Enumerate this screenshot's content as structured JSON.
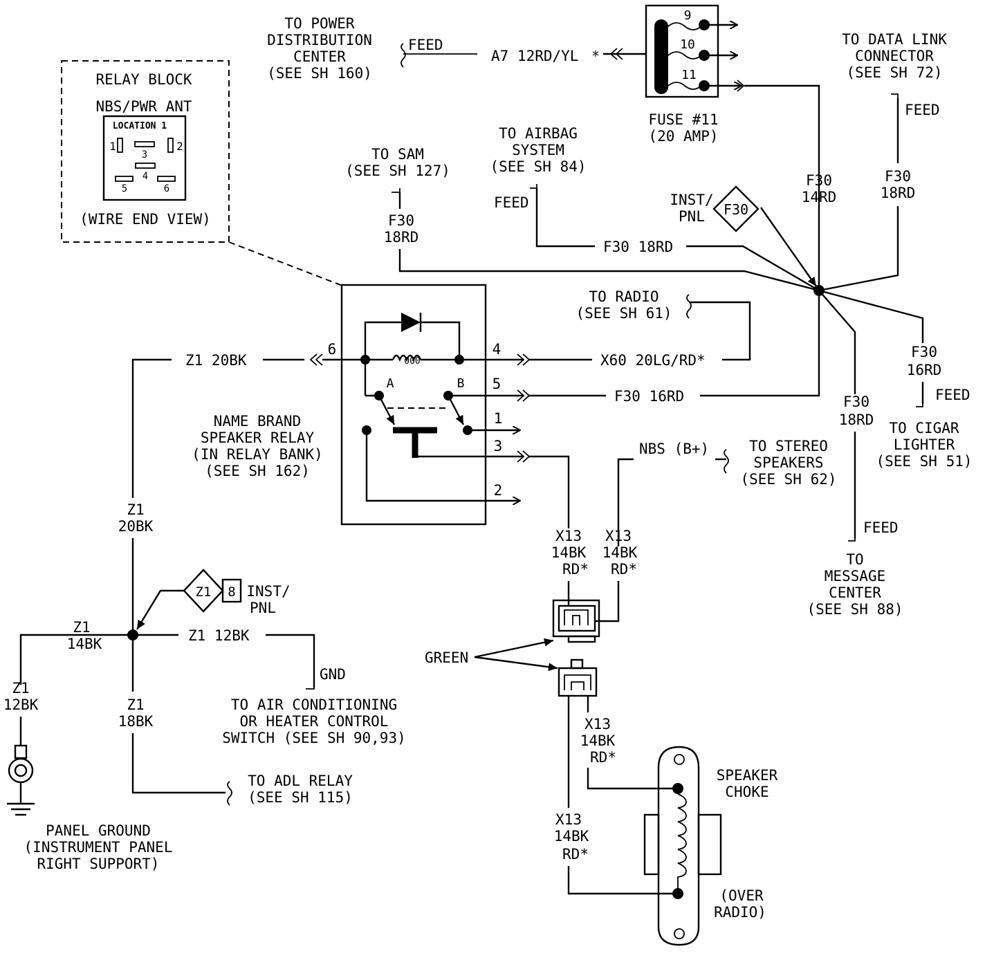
{
  "relay_block": {
    "title": "RELAY BLOCK",
    "subtitle": "NBS/PWR ANT",
    "location": "LOCATION 1",
    "pins": [
      "1",
      "2",
      "3",
      "4",
      "5",
      "6"
    ],
    "view": "(WIRE END VIEW)"
  },
  "power_dist": {
    "l1": "TO POWER",
    "l2": "DISTRIBUTION",
    "l3": "CENTER",
    "l4": "(SEE SH 160)",
    "feed": "FEED",
    "wire": "A7 12RD/YL"
  },
  "fuse": {
    "pins": [
      "9",
      "10",
      "11"
    ],
    "l1": "FUSE #11",
    "l2": "(20 AMP)"
  },
  "data_link": {
    "l1": "TO DATA LINK",
    "l2": "CONNECTOR",
    "l3": "(SEE SH 72)",
    "feed": "FEED",
    "w1": "F30",
    "w2": "18RD"
  },
  "airbag": {
    "l1": "TO AIRBAG",
    "l2": "SYSTEM",
    "l3": "(SEE SH 84)",
    "feed": "FEED",
    "wire": "F30 18RD"
  },
  "sam": {
    "l1": "TO SAM",
    "l2": "(SEE SH 127)",
    "w1": "F30",
    "w2": "18RD"
  },
  "inst_pnl_top": {
    "l1": "INST/",
    "l2": "PNL",
    "tag": "F30"
  },
  "f30_14rd": {
    "w1": "F30",
    "w2": "14RD"
  },
  "radio": {
    "l1": "TO RADIO",
    "l2": "(SEE SH 61)",
    "wire": "X60 20LG/RD*"
  },
  "relay": {
    "pin6": "6",
    "pin4": "4",
    "pin5": "5",
    "pin1": "1",
    "pin3": "3",
    "pin2": "2",
    "a": "A",
    "b": "B",
    "coil": "000",
    "l1": "NAME BRAND",
    "l2": "SPEAKER RELAY",
    "l3": "(IN RELAY BANK)",
    "l4": "(SEE SH 162)"
  },
  "z1_20bk_h": "Z1 20BK",
  "f30_16rd_h": "F30 16RD",
  "cigar": {
    "w1": "F30",
    "w2": "16RD",
    "feed": "FEED",
    "l1": "TO CIGAR",
    "l2": "LIGHTER",
    "l3": "(SEE SH 51)"
  },
  "message": {
    "w1": "F30",
    "w2": "18RD",
    "feed": "FEED",
    "l1": "TO",
    "l2": "MESSAGE",
    "l3": "CENTER",
    "l4": "(SEE SH 88)"
  },
  "stereo": {
    "wire": "NBS (B+)",
    "l1": "TO STEREO",
    "l2": "SPEAKERS",
    "l3": "(SEE SH 62)"
  },
  "z1_vert": {
    "w1": "Z1",
    "w2": "20BK"
  },
  "inst_pnl_bot": {
    "tag": "Z1",
    "pin": "8",
    "l1": "INST/",
    "l2": "PNL"
  },
  "z1_14bk": {
    "w1": "Z1",
    "w2": "14BK"
  },
  "z1_12bk_h": "Z1 12BK",
  "gnd": "GND",
  "ac": {
    "l1": "TO AIR CONDITIONING",
    "l2": "OR HEATER CONTROL",
    "l3": "SWITCH (SEE SH 90,93)"
  },
  "z1_12bk_v": {
    "w1": "Z1",
    "w2": "12BK"
  },
  "z1_18bk": {
    "w1": "Z1",
    "w2": "18BK"
  },
  "adl": {
    "l1": "TO ADL RELAY",
    "l2": "(SEE SH 115)"
  },
  "ground": {
    "l1": "PANEL GROUND",
    "l2": "(INSTRUMENT PANEL",
    "l3": "RIGHT SUPPORT)"
  },
  "x13_a": {
    "w1": "X13",
    "w2": "14BK",
    "w3": "RD*"
  },
  "x13_b": {
    "w1": "X13",
    "w2": "14BK",
    "w3": "RD*"
  },
  "x13_c": {
    "w1": "X13",
    "w2": "14BK",
    "w3": "RD*"
  },
  "x13_d": {
    "w1": "X13",
    "w2": "14BK",
    "w3": "RD*"
  },
  "green": "GREEN",
  "choke": {
    "l1": "SPEAKER",
    "l2": "CHOKE",
    "l3": "(OVER",
    "l4": "RADIO)"
  }
}
